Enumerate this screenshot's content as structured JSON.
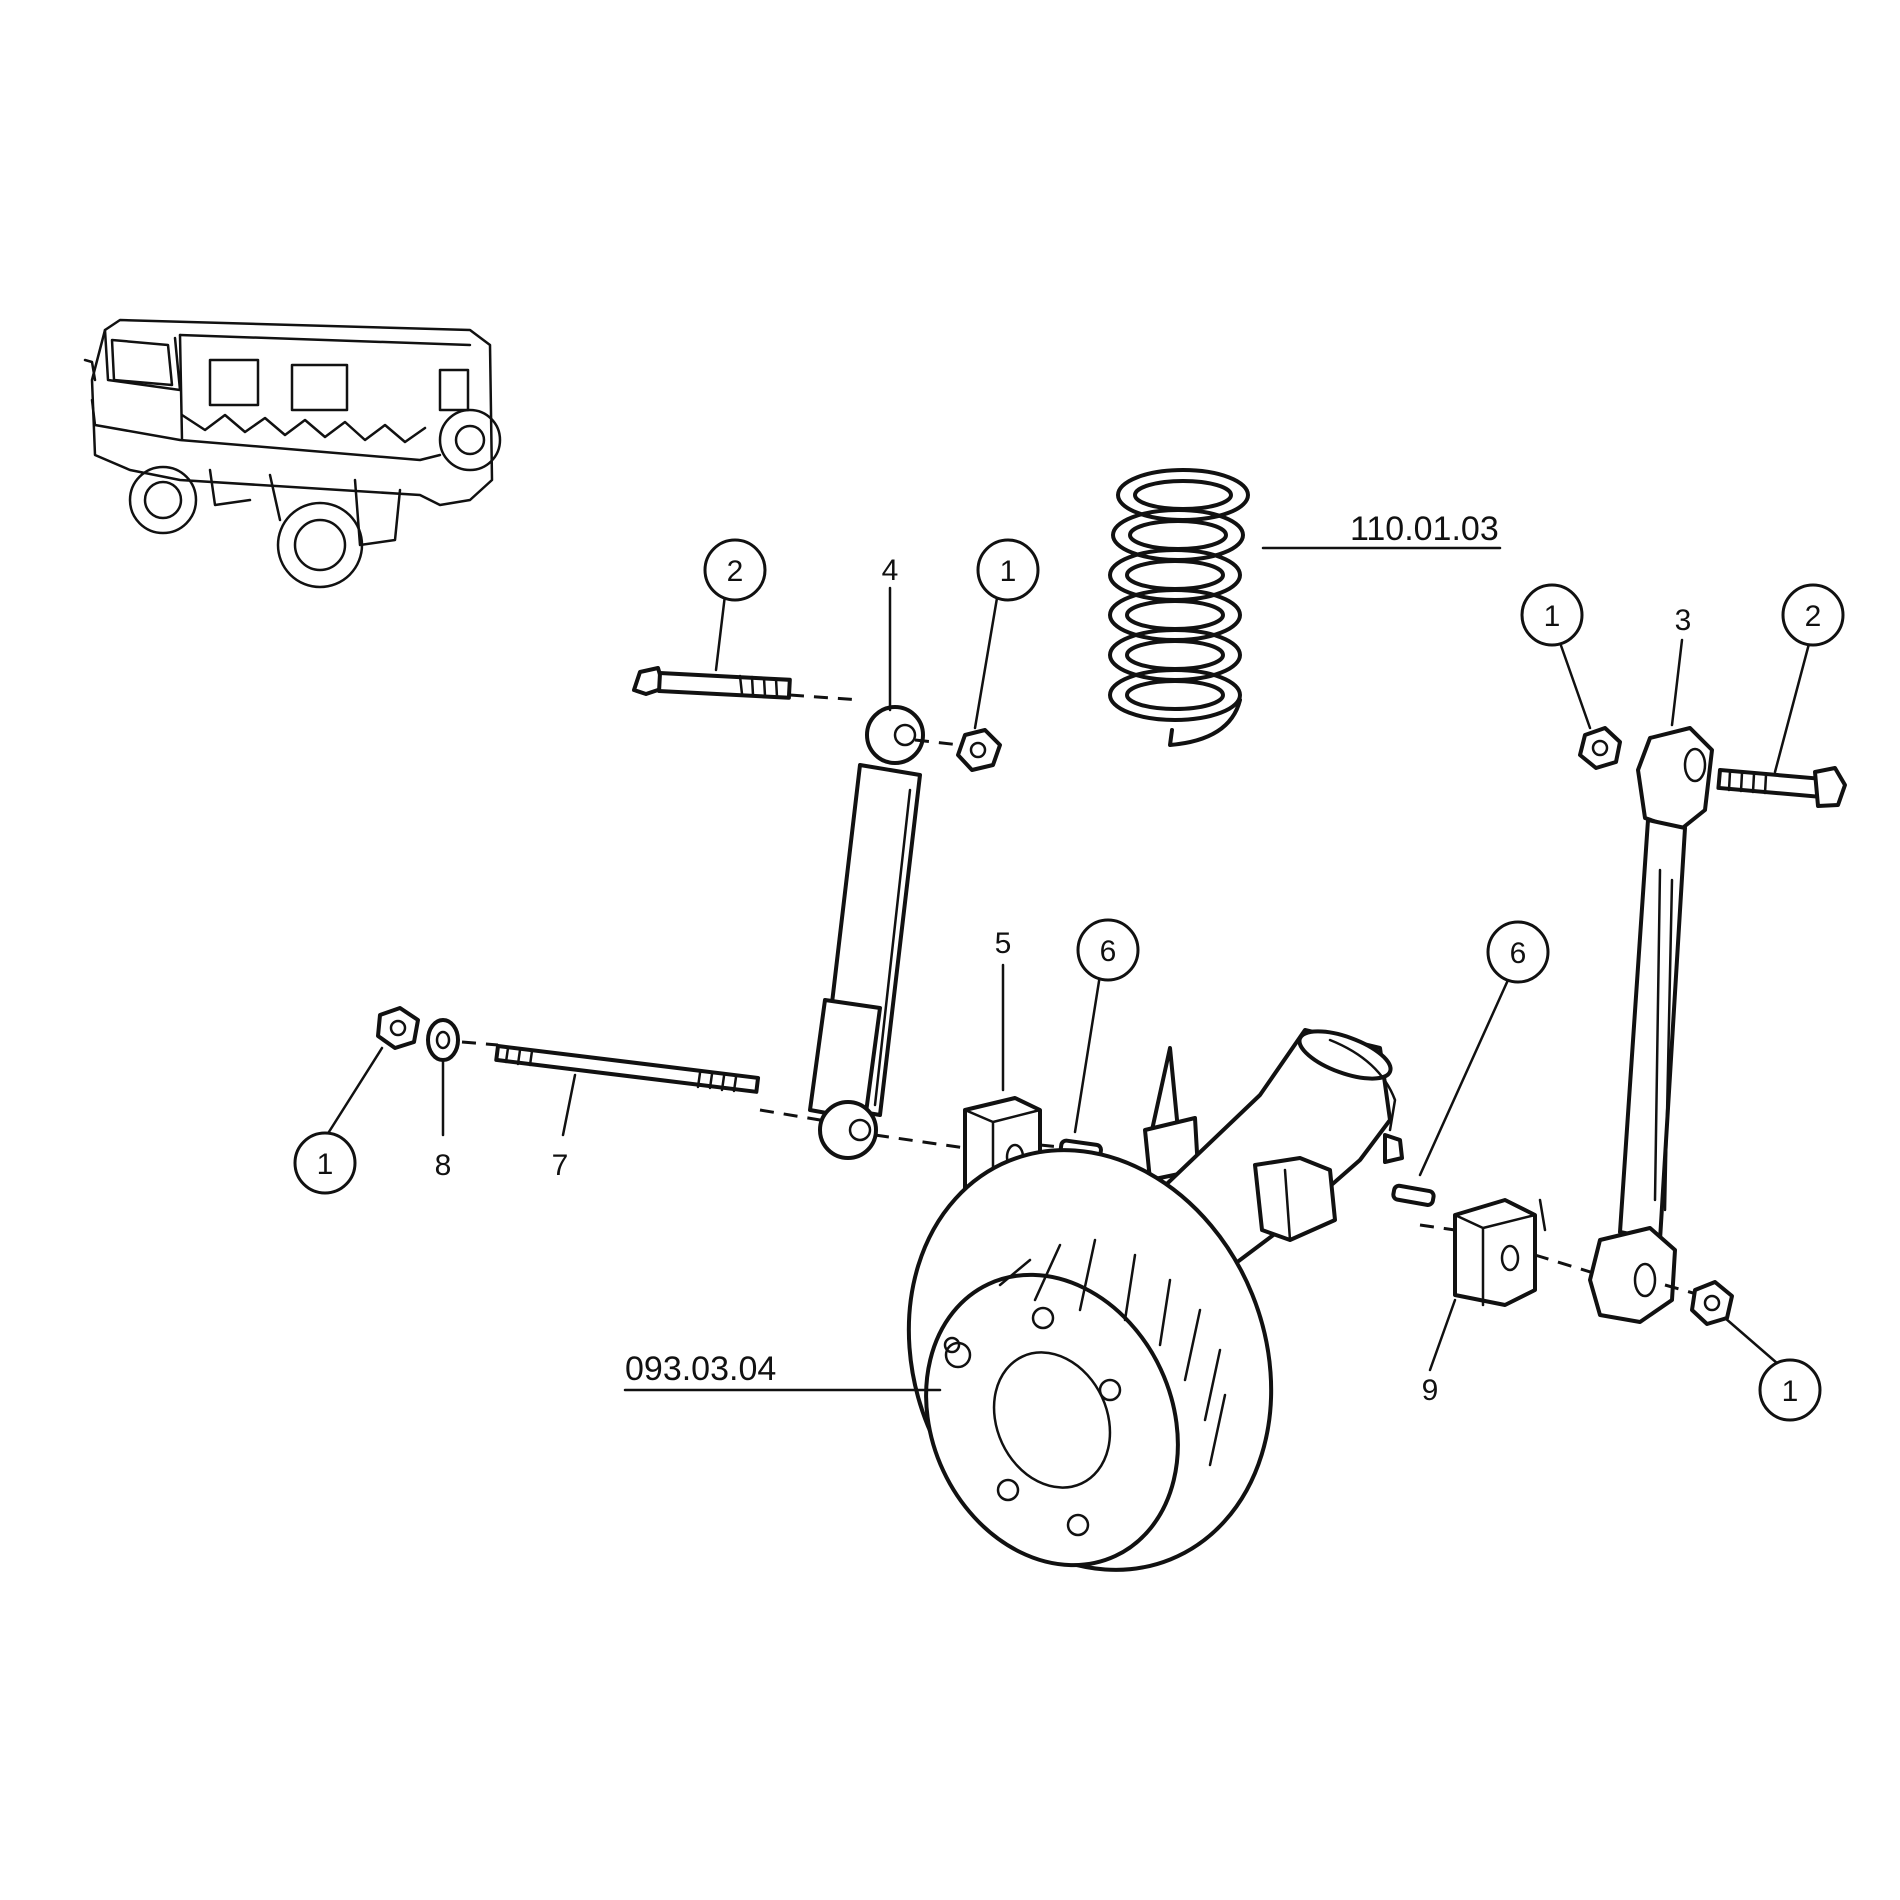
{
  "callouts": {
    "c1_nut_top": "1",
    "c2_bolt_top": "2",
    "c4_shock": "4",
    "c1_nut_right_top": "1",
    "c3_link": "3",
    "c2_bolt_right": "2",
    "c5_block": "5",
    "c6_pin_left": "6",
    "c6_pin_right": "6",
    "c1_nut_left": "1",
    "c8_washer": "8",
    "c7_stud": "7",
    "c9_block": "9",
    "c1_nut_right_bottom": "1"
  },
  "references": {
    "spring_ref": "110.01.03",
    "drum_ref": "093.03.04"
  }
}
